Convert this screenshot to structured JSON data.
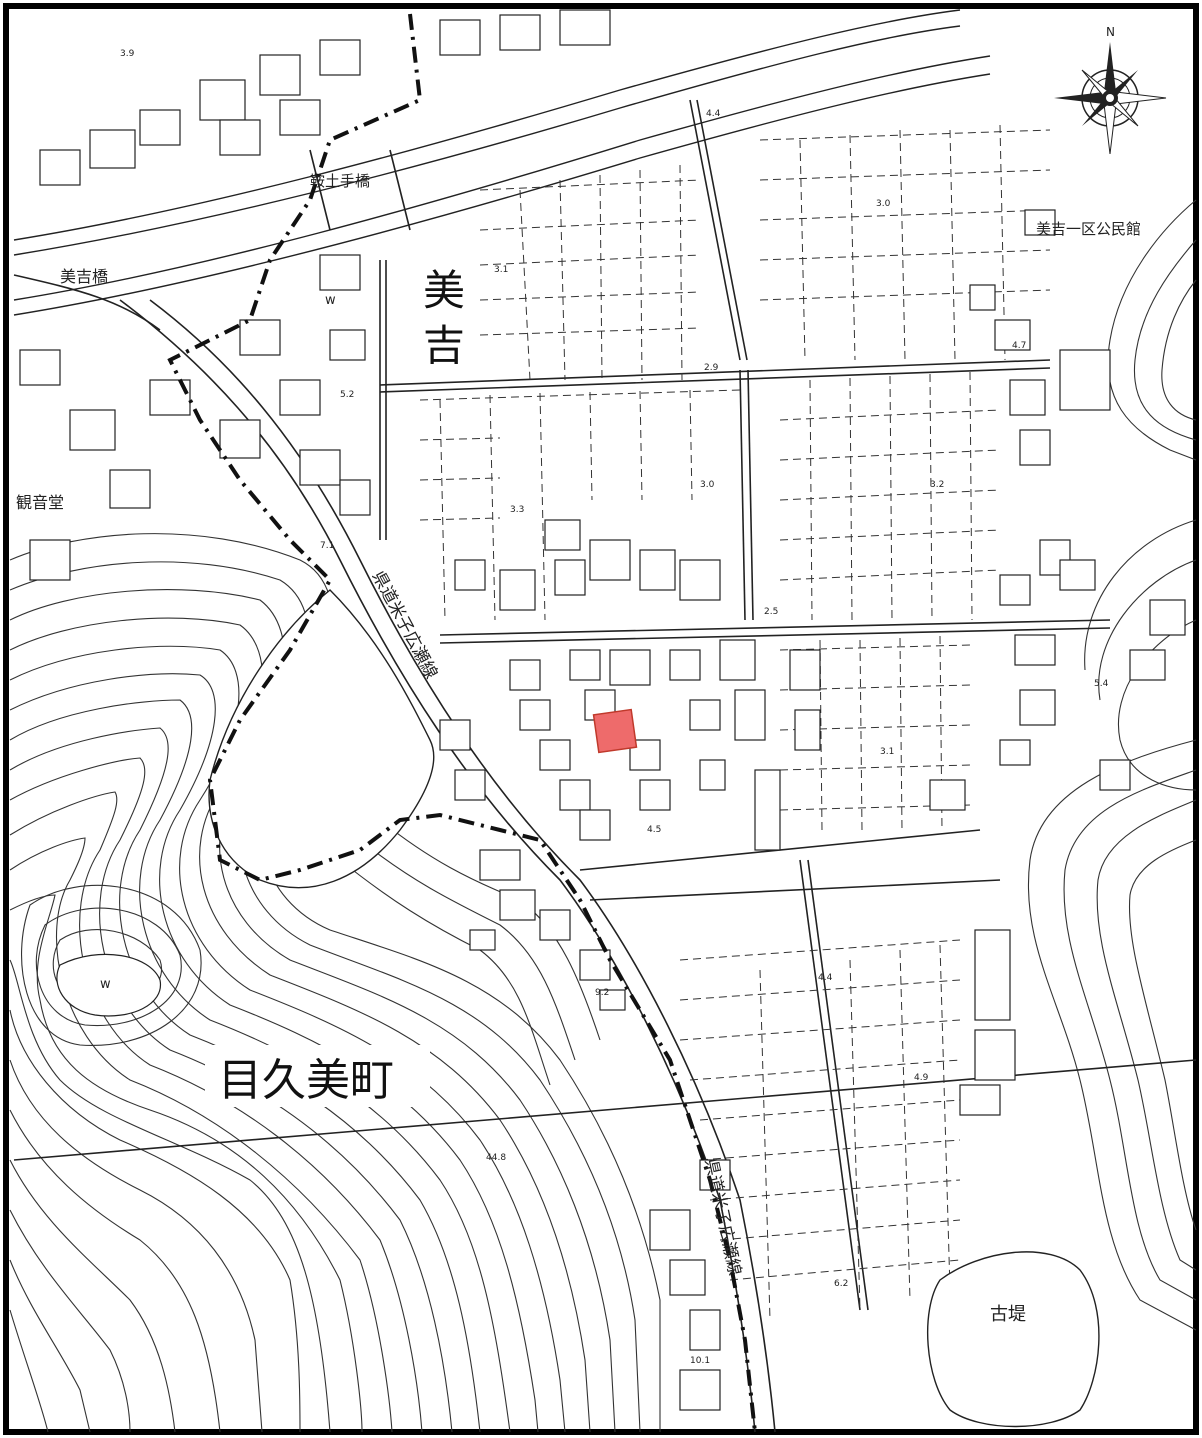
{
  "map": {
    "labels": {
      "district_miyoshi": "美吉",
      "district_mekumi": "目久美町",
      "bridge_miyoshi": "美吉橋",
      "bridge_dote": "鞍土手橋",
      "kannon": "観音堂",
      "community_hall": "美吉一区公民館",
      "furutsutsumi": "古堤",
      "prefectural_road_1": "県道米子広瀬線",
      "prefectural_road_2": "県道米子広瀬線",
      "water_1": "w",
      "water_2": "w",
      "north": "N"
    },
    "elevations": {
      "e1": "3.9",
      "e2": "4.4",
      "e3": "3.0",
      "e4": "4.7",
      "e5": "3.1",
      "e6": "2.9",
      "e7": "5.2",
      "e8": "3.3",
      "e9": "3.0",
      "e10": "3.2",
      "e11": "7.1",
      "e12": "2.5",
      "e13": "5.4",
      "e14": "3.1",
      "e15": "4.5",
      "e16": "9.2",
      "e17": "4.4",
      "e18": "4.9",
      "e19": "6.2",
      "e20": "10.1",
      "e21": "44.8"
    },
    "colors": {
      "ink": "#1a1a1a",
      "subject_parcel": "#ee6b6b",
      "background": "#ffffff"
    },
    "icons": {
      "compass": "compass-rose-icon"
    }
  }
}
